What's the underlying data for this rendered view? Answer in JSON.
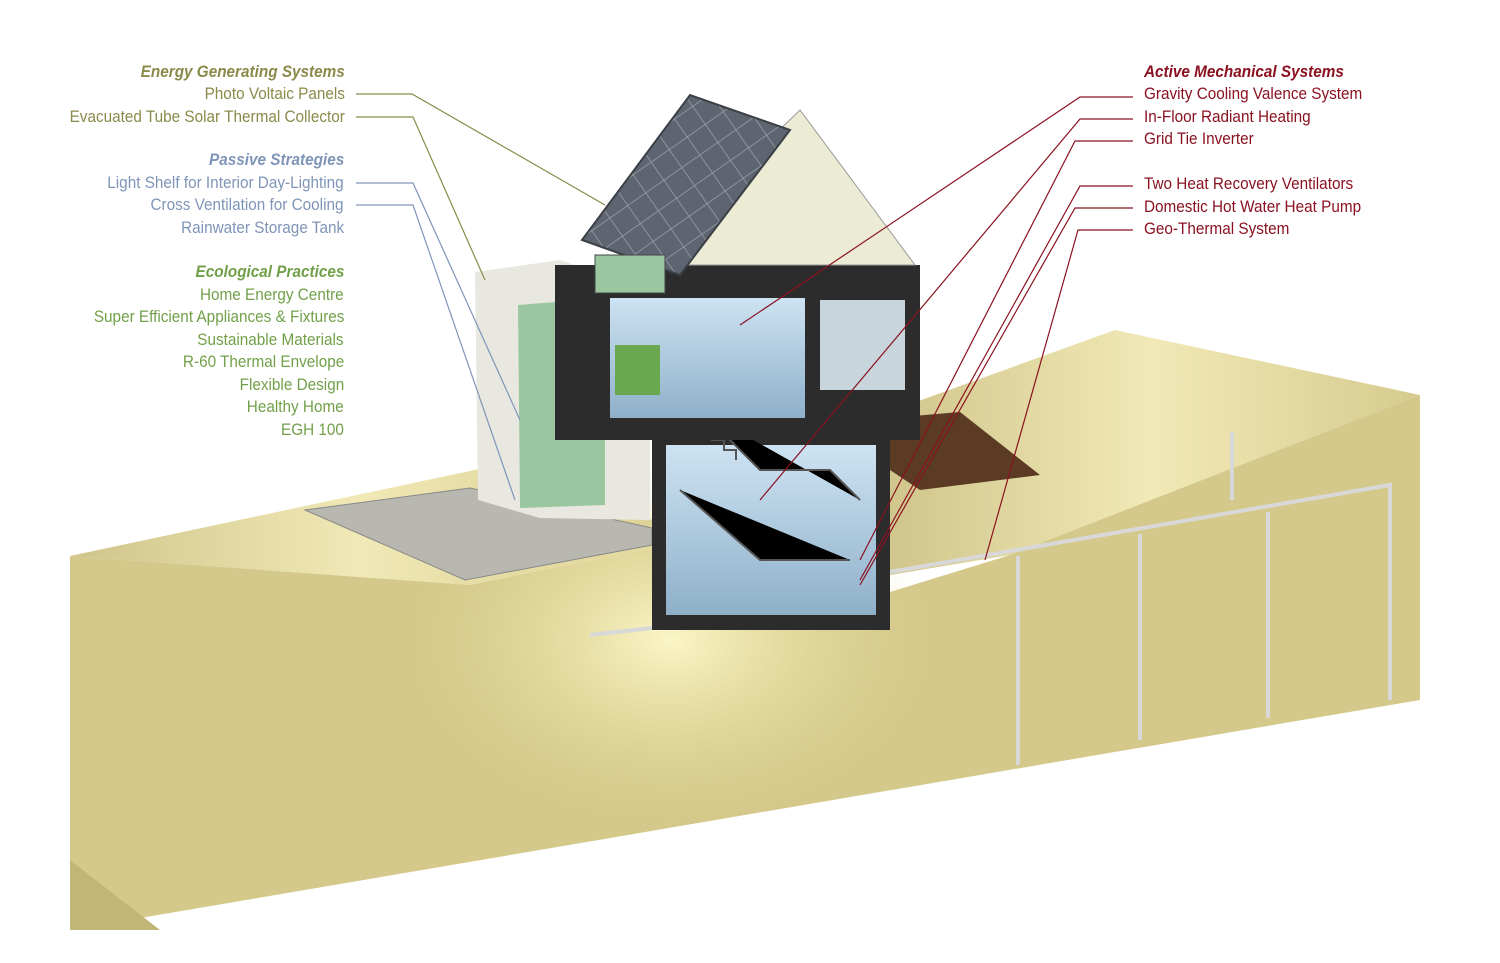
{
  "colors": {
    "energy": "#8a8a4a",
    "passive": "#7f95b8",
    "ecological": "#71a049",
    "mechanical": "#8a1220",
    "ground": "#d9cf93",
    "ground_side": "#c7bb7a",
    "house_frame": "#2c2c2c",
    "roof_panels": "#5d6470",
    "deck": "#5b3b24"
  },
  "energy_generating": {
    "heading": "Energy Generating Systems",
    "items": [
      "Photo Voltaic Panels",
      "Evacuated Tube Solar Thermal Collector"
    ]
  },
  "passive_strategies": {
    "heading": "Passive Strategies",
    "items": [
      "Light Shelf for Interior Day-Lighting",
      "Cross Ventilation for Cooling",
      "Rainwater Storage Tank"
    ]
  },
  "ecological_practices": {
    "heading": "Ecological Practices",
    "items": [
      "Home Energy Centre",
      "Super Efficient Appliances & Fixtures",
      "Sustainable Materials",
      "R-60 Thermal Envelope",
      "Flexible Design",
      "Healthy Home",
      "EGH 100"
    ]
  },
  "active_mechanical": {
    "heading": "Active Mechanical Systems",
    "items": [
      "Gravity Cooling Valence System",
      "In-Floor Radiant Heating",
      "Grid Tie Inverter",
      "Two Heat Recovery Ventilators",
      "Domestic Hot Water Heat Pump",
      "Geo-Thermal System"
    ]
  }
}
